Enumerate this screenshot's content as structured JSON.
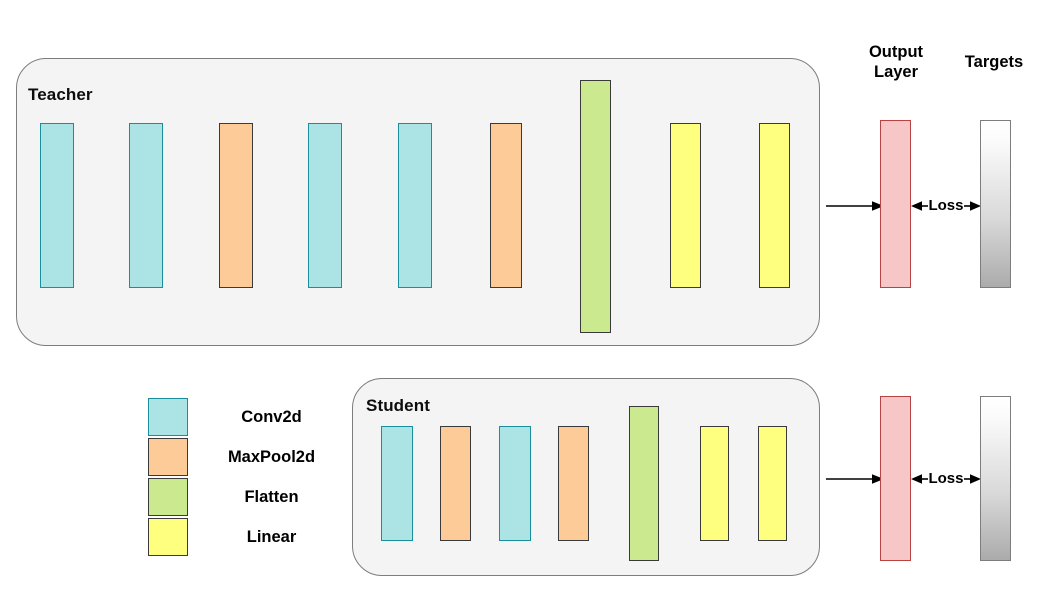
{
  "diagram": {
    "title_labels": {
      "output_layer": "Output\nLayer",
      "targets": "Targets"
    },
    "loss_label": "Loss",
    "groups": [
      {
        "name": "teacher",
        "label": "Teacher",
        "layers": [
          {
            "type": "Conv2d",
            "color": "#ace3e4"
          },
          {
            "type": "Conv2d",
            "color": "#ace3e4"
          },
          {
            "type": "MaxPool2d",
            "color": "#fdcb98"
          },
          {
            "type": "Conv2d",
            "color": "#ace3e4"
          },
          {
            "type": "Conv2d",
            "color": "#ace3e4"
          },
          {
            "type": "MaxPool2d",
            "color": "#fdcb98"
          },
          {
            "type": "Flatten",
            "color": "#cbe98e"
          },
          {
            "type": "Linear",
            "color": "#ffff7f"
          },
          {
            "type": "Linear",
            "color": "#ffff7f"
          }
        ]
      },
      {
        "name": "student",
        "label": "Student",
        "layers": [
          {
            "type": "Conv2d",
            "color": "#ace3e4"
          },
          {
            "type": "MaxPool2d",
            "color": "#fdcb98"
          },
          {
            "type": "Conv2d",
            "color": "#ace3e4"
          },
          {
            "type": "MaxPool2d",
            "color": "#fdcb98"
          },
          {
            "type": "Flatten",
            "color": "#cbe98e"
          },
          {
            "type": "Linear",
            "color": "#ffff7f"
          },
          {
            "type": "Linear",
            "color": "#ffff7f"
          }
        ]
      }
    ],
    "legend": [
      {
        "label": "Conv2d",
        "color": "#ace3e4",
        "border": "#1a8f9b"
      },
      {
        "label": "MaxPool2d",
        "color": "#fdcb98",
        "border": "#3a3a3a"
      },
      {
        "label": "Flatten",
        "color": "#cbe98e",
        "border": "#3a3a3a"
      },
      {
        "label": "Linear",
        "color": "#ffff7f",
        "border": "#3a3a3a"
      }
    ],
    "colors": {
      "output_layer": "#f7c7c7",
      "output_layer_border": "#b74343",
      "targets_gradient_top": "#ffffff",
      "targets_gradient_bottom": "#ababab",
      "group_background": "#f4f4f4",
      "group_border": "#7d7d7d",
      "arrow": "#000000"
    }
  }
}
